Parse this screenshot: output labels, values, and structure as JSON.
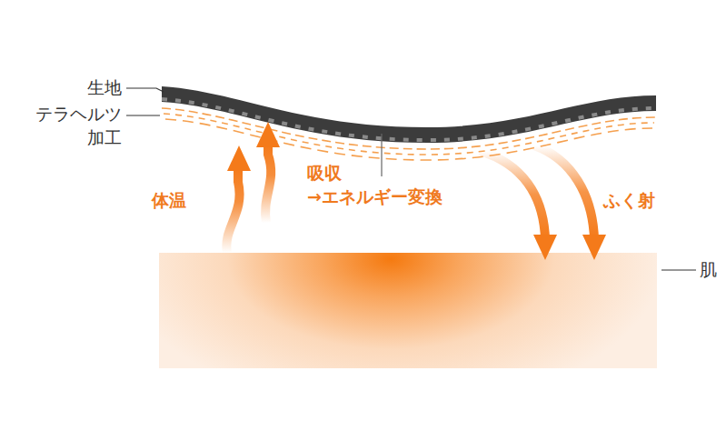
{
  "diagram": {
    "labels": [
      "生地",
      "テラヘルツ 加工",
      "体温",
      "吸収 →エネルギー変換",
      "ふく射",
      "肌"
    ]
  }
}
